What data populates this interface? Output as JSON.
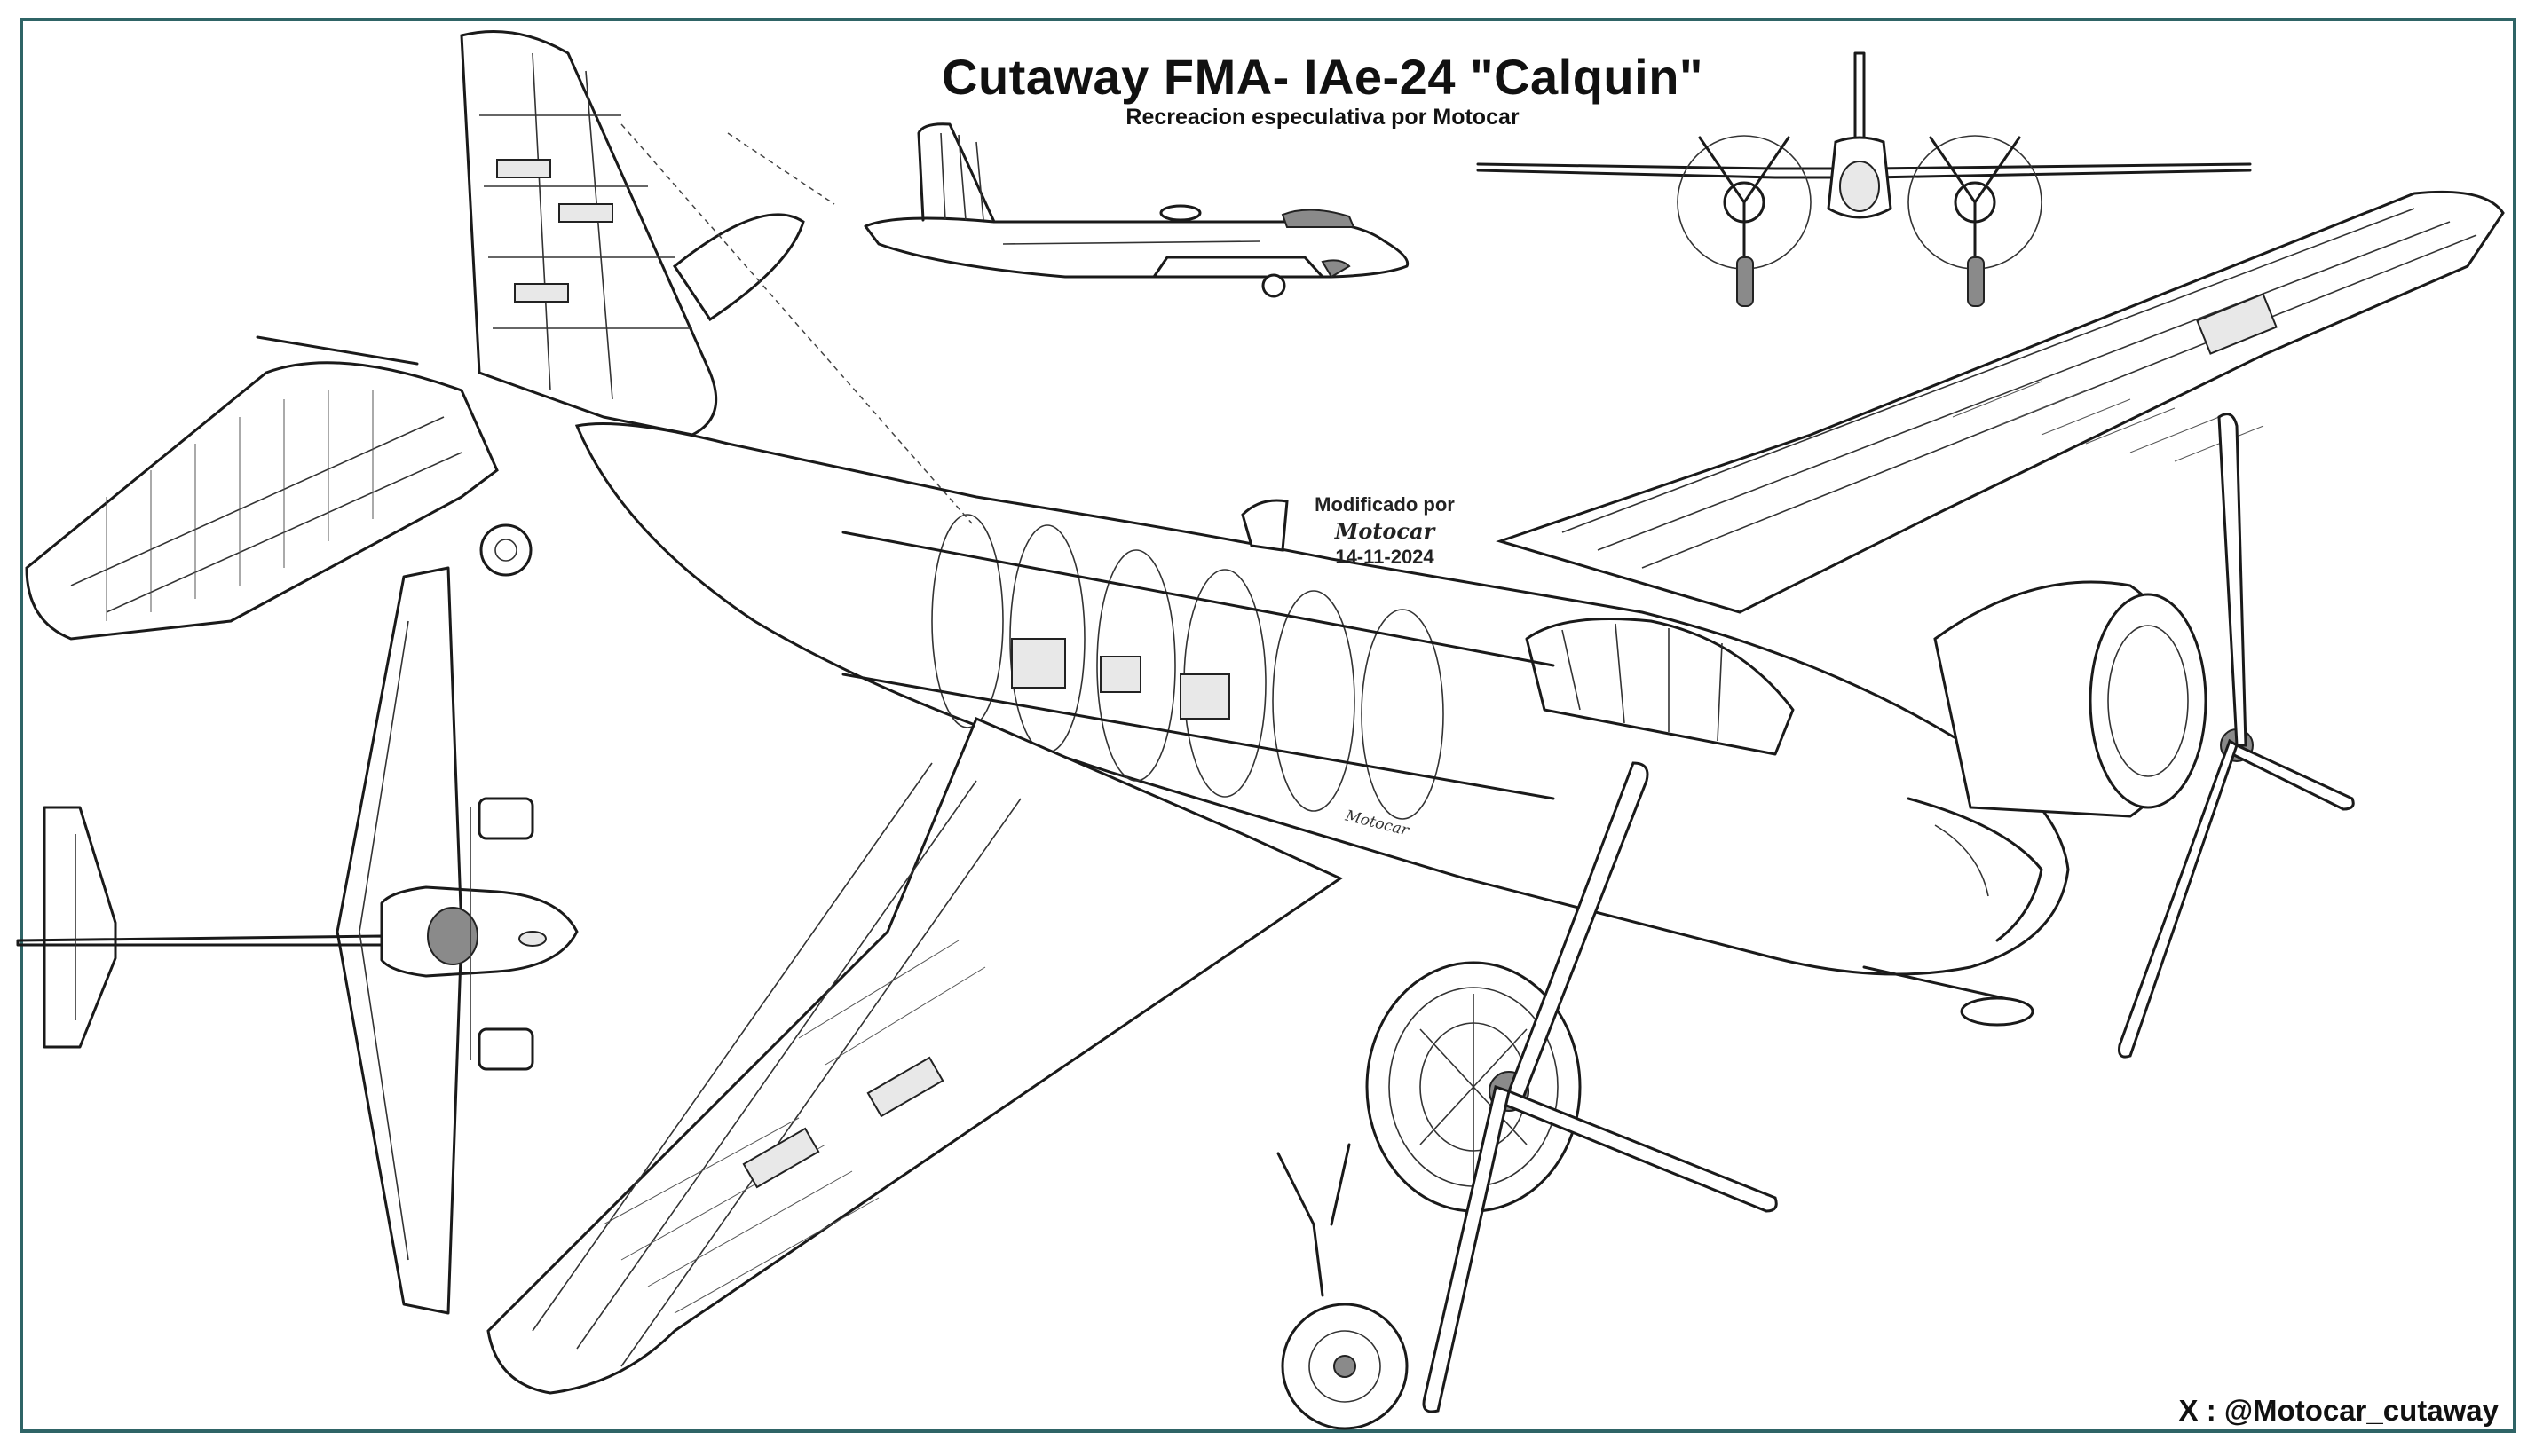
{
  "title": "Cutaway FMA- IAe-24 \"Calquin\"",
  "subtitle": "Recreacion especulativa por Motocar",
  "credit": {
    "modified_label": "Modificado por",
    "signature": "Motocar",
    "date": "14-11-2024"
  },
  "watermark": "Motocar",
  "social_handle": "X : @Motocar_cutaway",
  "colors": {
    "frame": "#2f6466",
    "ink": "#1a1a1a"
  }
}
